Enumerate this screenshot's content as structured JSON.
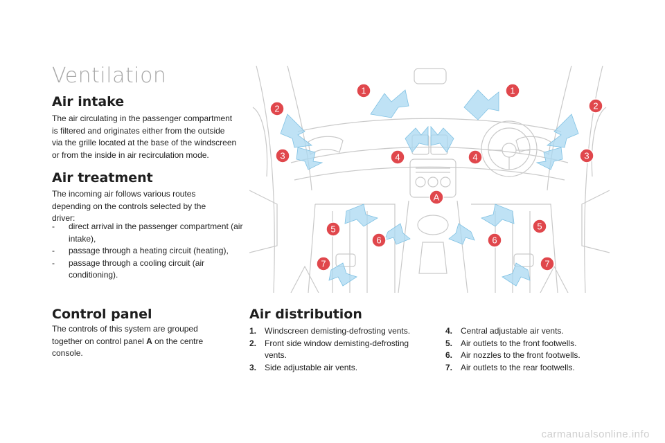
{
  "page_title": "Ventilation",
  "air_intake": {
    "heading": "Air intake",
    "body": "The air circulating in the passenger compartment is filtered and originates either from the outside via the grille located at the base of the windscreen or from the inside in air recirculation mode."
  },
  "air_treatment": {
    "heading": "Air treatment",
    "intro": "The incoming air follows various routes depending on the controls selected by the driver:",
    "items": [
      {
        "dash": "-",
        "text": "direct arrival in the passenger compartment (air intake),"
      },
      {
        "dash": "-",
        "text": "passage through a heating circuit (heating),"
      },
      {
        "dash": "-",
        "text": "passage through a cooling circuit (air conditioning)."
      }
    ]
  },
  "control_panel": {
    "heading": "Control panel",
    "body_before": "The controls of this system are grouped together on control panel ",
    "body_bold": "A",
    "body_after": " on the centre console."
  },
  "air_distribution": {
    "heading": "Air distribution",
    "left_items": [
      {
        "num": "1.",
        "text": "Windscreen demisting-defrosting vents."
      },
      {
        "num": "2.",
        "text": "Front side window demisting-defrosting vents."
      },
      {
        "num": "3.",
        "text": "Side adjustable air vents."
      }
    ],
    "right_items": [
      {
        "num": "4.",
        "text": "Central adjustable air vents."
      },
      {
        "num": "5.",
        "text": "Air outlets to the front footwells."
      },
      {
        "num": "6.",
        "text": "Air nozzles to the front footwells."
      },
      {
        "num": "7.",
        "text": "Air outlets to the rear footwells."
      }
    ]
  },
  "illustration": {
    "badges": [
      "1",
      "1",
      "2",
      "2",
      "3",
      "3",
      "4",
      "4",
      "A",
      "5",
      "5",
      "6",
      "6",
      "7",
      "7"
    ],
    "badge_color": "#e0474c",
    "arrow_color": "#9fd3ee"
  },
  "watermark": "carmanualsonline.info"
}
